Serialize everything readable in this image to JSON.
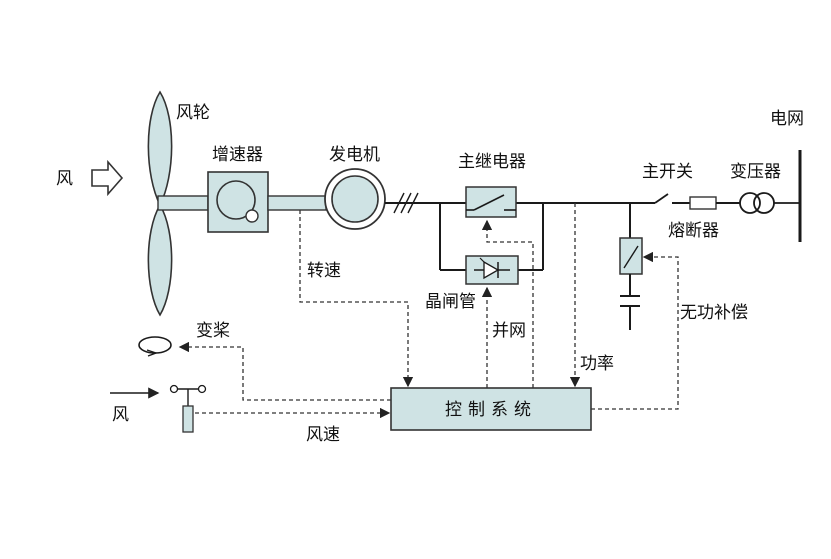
{
  "labels": {
    "wind_in": "风",
    "rotor": "风轮",
    "gearbox": "增速器",
    "generator": "发电机",
    "main_relay": "主继电器",
    "main_switch": "主开关",
    "transformer": "变压器",
    "grid": "电网",
    "fuse": "熔断器",
    "speed": "转速",
    "thyristor": "晶闸管",
    "grid_connect": "并网",
    "power": "功率",
    "reactive_comp": "无功补偿",
    "pitch": "变桨",
    "wind_sensor": "风",
    "wind_speed": "风速",
    "control_system": "控制系统"
  },
  "colors": {
    "component_fill": "#cfe3e4",
    "line": "#1a1a1a",
    "dashed": "#333333"
  }
}
